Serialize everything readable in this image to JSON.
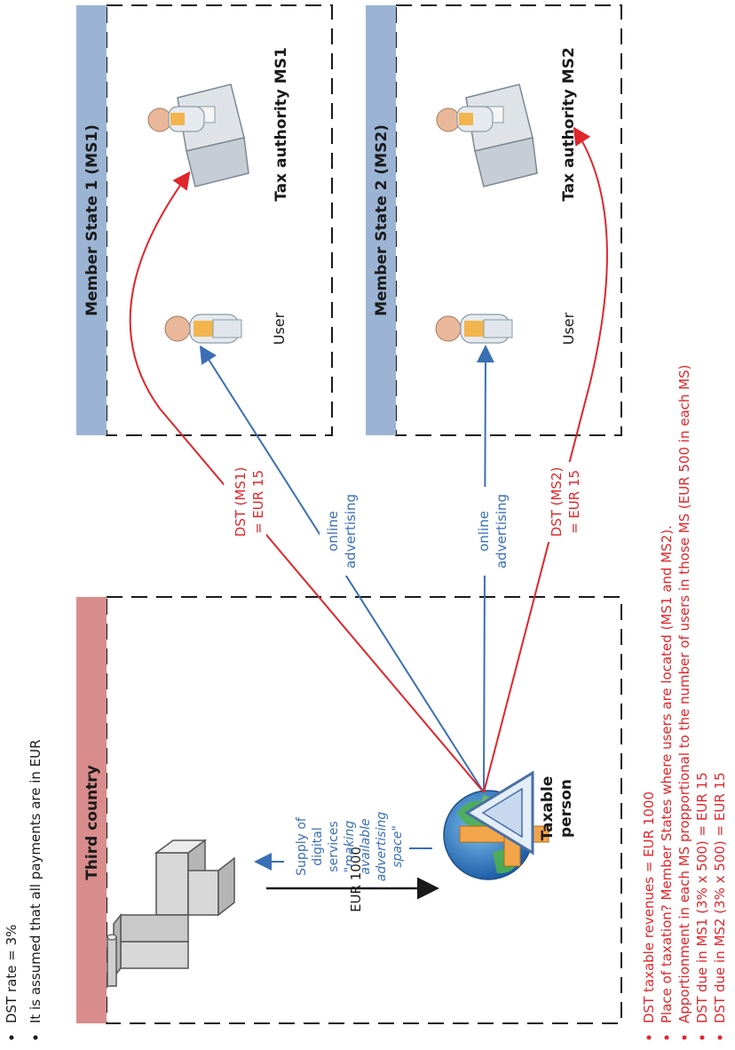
{
  "notes": [
    "DST rate = 3%",
    "It is assumed that all payments are in EUR"
  ],
  "third_country": {
    "header": "Third country",
    "payment_label": "EUR 1000",
    "supply_lines": [
      "Supply of",
      "digital",
      "services"
    ],
    "quote_lines": [
      "\"making",
      "available",
      "advertising",
      "space\""
    ],
    "taxable_person_lines": [
      "Taxable",
      "person"
    ]
  },
  "flows": {
    "advertising_lines": [
      "online",
      "advertising"
    ],
    "dst_ms1_lines": [
      "DST (MS1)",
      "= EUR 15"
    ],
    "dst_ms2_lines": [
      "DST (MS2)",
      "= EUR 15"
    ]
  },
  "ms1": {
    "header": "Member State 1 (MS1)",
    "user_label": "User",
    "tax_authority_label": "Tax authority MS1"
  },
  "ms2": {
    "header": "Member State 2 (MS2)",
    "user_label": "User",
    "tax_authority_label": "Tax authority MS2"
  },
  "bottom_notes": [
    "DST taxable revenues = EUR 1000",
    "Place of taxation? Member States where users are located (MS1 and MS2).",
    "Apportionment in each MS propportional to the number of users in those MS (EUR 500 in each MS)",
    "DST due in MS1 (3% x 500) = EUR 15",
    "DST due in MS2 (3% x 500) = EUR 15"
  ],
  "colors": {
    "third_country_header": "#d98c8c",
    "ms_header": "#9bb4d4",
    "red_flow": "#e0262b",
    "blue_flow": "#3a6fb5",
    "black": "#1a1a1a"
  }
}
